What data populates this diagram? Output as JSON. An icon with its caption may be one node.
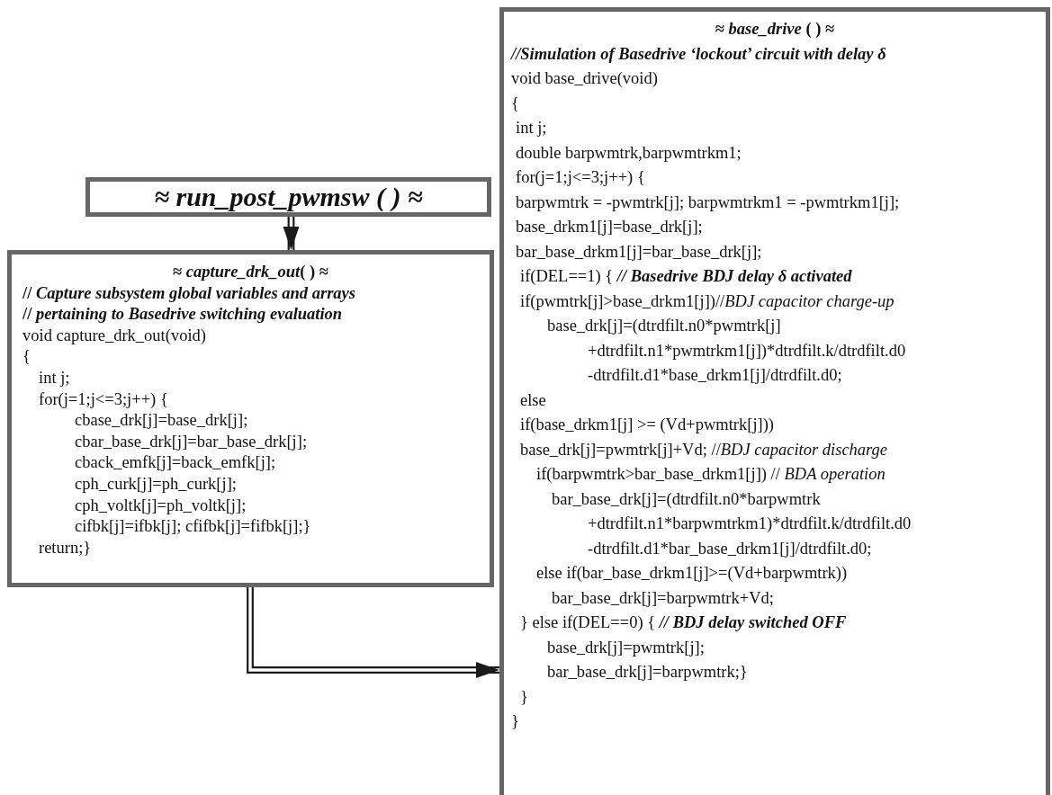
{
  "diagram": {
    "nodes": [
      {
        "text": [
          "≈ *run_post_pwmsw* ( ) ≈"
        ]
      },
      {
        "text": [
          "≈ *capture_drk_out*( ) ≈",
          "// *Capture subsystem global variables and arrays*",
          "// *pertaining to Basedrive switching evaluation*",
          "void capture_drk_out(void)",
          "{",
          "int j;",
          "for(j=1;j<=3;j++) {",
          "cbase_drk[j]=base_drk[j];",
          "cbar_base_drk[j]=bar_base_drk[j];",
          "cback_emfk[j]=back_emfk[j];",
          "cph_curk[j]=ph_curk[j];",
          "cph_voltk[j]=ph_voltk[j];",
          "cifbk[j]=ifbk[j]; cfifbk[j]=fifbk[j];}",
          "return;}"
        ]
      },
      {
        "text": [
          "≈ *base_drive* ( ) ≈",
          "//Simulation of Basedrive ‘lockout’ circuit with delay δ",
          "void base_drive(void)",
          "{",
          "int j;",
          "double barpwmtrk,barpwmtrkm1;",
          "for(j=1;j<=3;j++) {",
          "barpwmtrk = -pwmtrk[j]; barpwmtrkm1 = -pwmtrkm1[j];",
          "base_drkm1[j]=base_drk[j];",
          "bar_base_drkm1[j]=bar_base_drk[j];",
          "if(DEL==1) { *// Basedrive BDJ delay δ activated*",
          "if(pwmtrk[j]>base_drkm1[j])//*BDJ capacitor charge-up*",
          "base_drk[j]=(dtrdfilt.n0*pwmtrk[j]",
          "+dtrdfilt.n1*pwmtrkm1[j])*dtrdfilt.k/dtrdfilt.d0",
          "-dtrdfilt.d1*base_drkm1[j]/dtrdfilt.d0;",
          "else",
          "if(base_drkm1[j] >= (Vd+pwmtrk[j]))",
          "base_drk[j]=pwmtrk[j]+Vd; //*BDJ capacitor discharge*",
          "if(barpwmtrk>bar_base_drkm1[j]) // *BDA operation*",
          "bar_base_drk[j]=(dtrdfilt.n0*barpwmtrk",
          "+dtrdfilt.n1*barpwmtrkm1)*dtrdfilt.k/dtrdfilt.d0",
          "-dtrdfilt.d1*bar_base_drkm1[j]/dtrdfilt.d0;",
          "else if(bar_base_drkm1[j]>=(Vd+barpwmtrk))",
          "bar_base_drk[j]=barpwmtrk+Vd;",
          "} else if(DEL==0) { *// BDJ delay switched OFF*",
          "base_drk[j]=pwmtrk[j];",
          "bar_base_drk[j]=barpwmtrk;}",
          "}",
          "}"
        ]
      }
    ],
    "edges": [
      {
        "from": 0,
        "to": 1,
        "arrow": "to"
      },
      {
        "from": 1,
        "to": 2,
        "arrow": "to"
      }
    ]
  }
}
